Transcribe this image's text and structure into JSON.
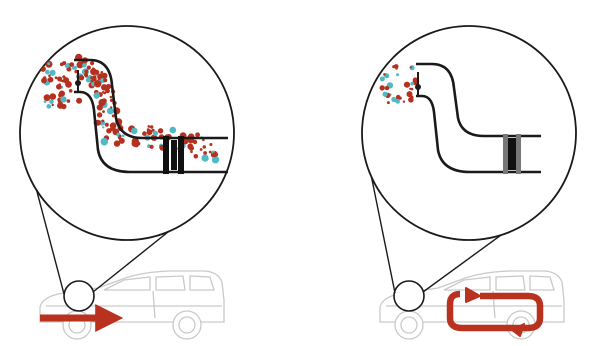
{
  "panels": [
    {
      "mode": "outside-air",
      "air_flow": "straight-through",
      "duct_fill": "dense-particles"
    },
    {
      "mode": "recirculation",
      "air_flow": "loop",
      "duct_fill": "clean"
    }
  ],
  "colors": {
    "outline": "#1a1a1a",
    "particle_red": "#b5301f",
    "particle_cyan": "#4fb9c4",
    "arrow": "#b8321f",
    "car_line": "#c9c9c9",
    "filter": "#111111"
  },
  "icons": [
    "magnifier-circle",
    "air-duct",
    "cabin-filter",
    "car-silhouette",
    "air-flow-arrow",
    "recirculation-loop-arrow"
  ]
}
